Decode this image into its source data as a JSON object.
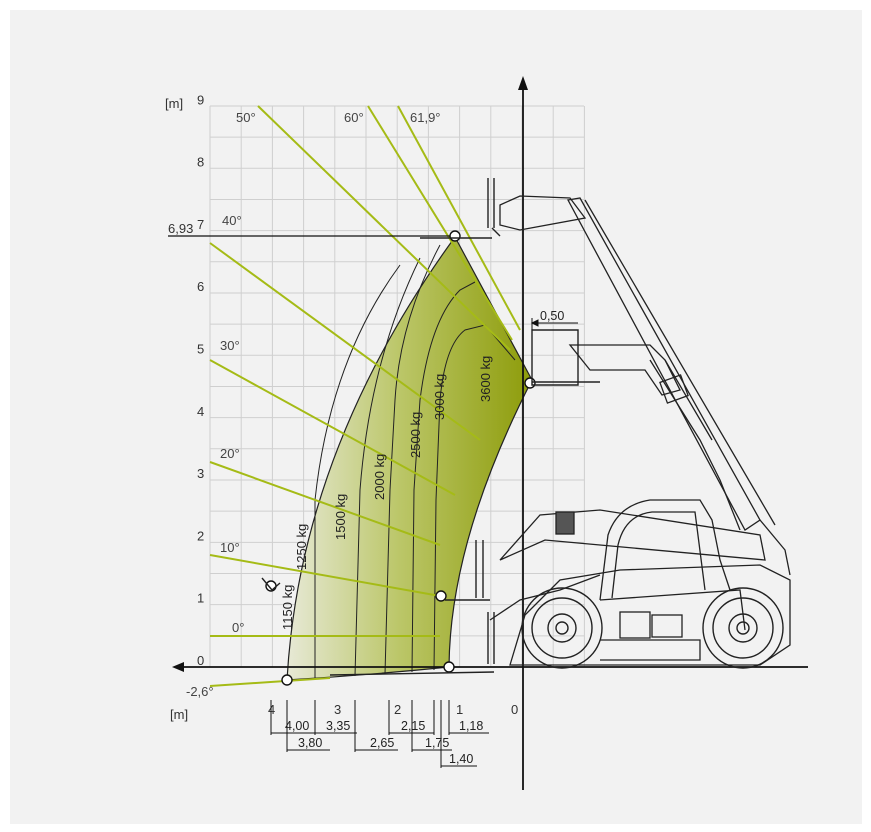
{
  "diagram": {
    "unit_label_y": "[m]",
    "unit_label_x": "[m]",
    "y_ticks": [
      "0",
      "1",
      "2",
      "3",
      "4",
      "5",
      "6",
      "7",
      "8",
      "9"
    ],
    "x_ticks": [
      "4",
      "3",
      "2",
      "1",
      "0"
    ],
    "max_height_label": "6,93",
    "angles": [
      {
        "label": "50°",
        "deg": 50
      },
      {
        "label": "60°",
        "deg": 60
      },
      {
        "label": "61,9°",
        "deg": 61.9
      },
      {
        "label": "40°",
        "deg": 40
      },
      {
        "label": "30°",
        "deg": 30
      },
      {
        "label": "20°",
        "deg": 20
      },
      {
        "label": "10°",
        "deg": 10
      },
      {
        "label": "0°",
        "deg": 0
      },
      {
        "label": "-2,6°",
        "deg": -2.6
      }
    ],
    "capacities": [
      "1150 kg",
      "1250 kg",
      "1500 kg",
      "2000 kg",
      "2500 kg",
      "3000 kg",
      "3600 kg"
    ],
    "fork_offset_label": "0,50",
    "reach_dims": [
      "4,00",
      "3,80",
      "3,35",
      "2,65",
      "2,15",
      "1,75",
      "1,40",
      "1,18"
    ],
    "colors": {
      "load_zone_dark": "#8a9a0a",
      "load_zone_light": "#e5e8d0",
      "angle_lines": "#a5bb16",
      "grid": "#cfcfcf"
    }
  }
}
